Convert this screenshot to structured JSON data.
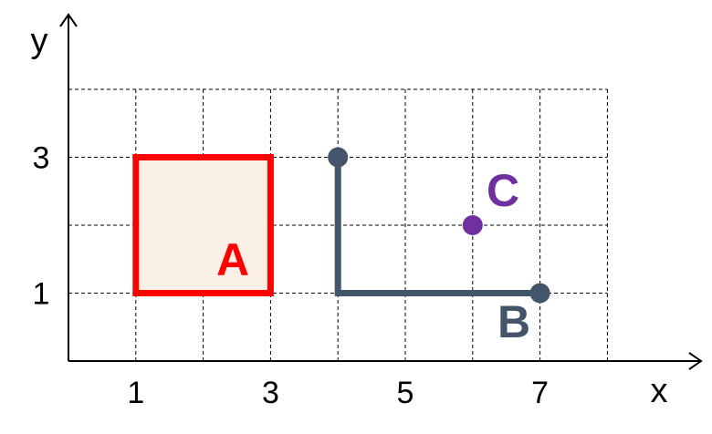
{
  "axes": {
    "x_label": "x",
    "y_label": "y",
    "x_tick_labels": [
      {
        "value": 1,
        "label": "1"
      },
      {
        "value": 3,
        "label": "3"
      },
      {
        "value": 5,
        "label": "5"
      },
      {
        "value": 7,
        "label": "7"
      }
    ],
    "y_tick_labels": [
      {
        "value": 1,
        "label": "1"
      },
      {
        "value": 3,
        "label": "3"
      }
    ],
    "grid_x": [
      1,
      2,
      3,
      4,
      5,
      6,
      7,
      8
    ],
    "grid_y": [
      1,
      2,
      3,
      4
    ],
    "x_range": [
      0,
      8
    ],
    "y_range": [
      0,
      4
    ],
    "grid": "dashed"
  },
  "shapes": {
    "rectangle": {
      "label": "A",
      "corners": [
        [
          1,
          1
        ],
        [
          3,
          3
        ]
      ],
      "stroke_color": "#ff0000",
      "fill_color": "#fbf0e6"
    },
    "polyline": {
      "label": "B",
      "points": [
        [
          4,
          3
        ],
        [
          4,
          1
        ],
        [
          7,
          1
        ]
      ],
      "color": "#44546a"
    },
    "point": {
      "label": "C",
      "position": [
        6,
        2
      ],
      "color": "#7030a0"
    }
  }
}
